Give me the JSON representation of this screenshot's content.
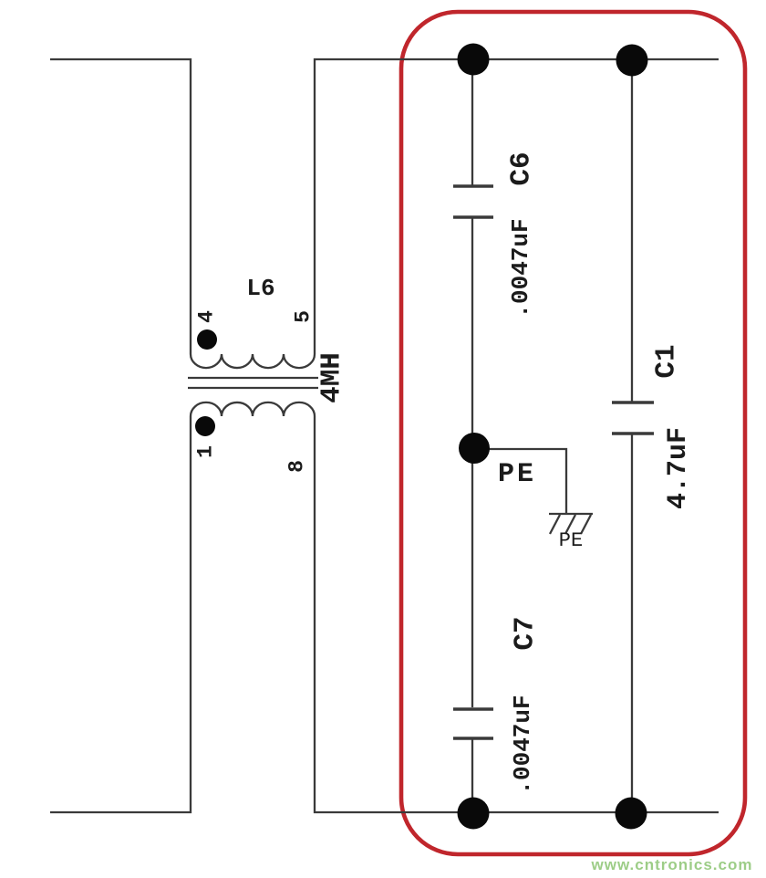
{
  "colors": {
    "background": "#ffffff",
    "wire": "#3a3a3a",
    "component_text": "#1b1b1b",
    "junction_dot": "#090909",
    "highlight_box_red": "#c0262c",
    "watermark_green": "#8cc573"
  },
  "inductor": {
    "designator": "L6",
    "value": "4MH",
    "pin_top_left": "4",
    "pin_top_right": "5",
    "pin_bottom_left": "1",
    "pin_bottom_right": "8"
  },
  "capacitors": {
    "c6": {
      "designator": "C6",
      "value": ".0047uF"
    },
    "c7": {
      "designator": "C7",
      "value": ".0047uF"
    },
    "c1": {
      "designator": "C1",
      "value": "4.7uF"
    }
  },
  "ground": {
    "net_label": "PE",
    "symbol_label": "PE"
  },
  "watermark": {
    "text": "www.cntronics.com"
  }
}
